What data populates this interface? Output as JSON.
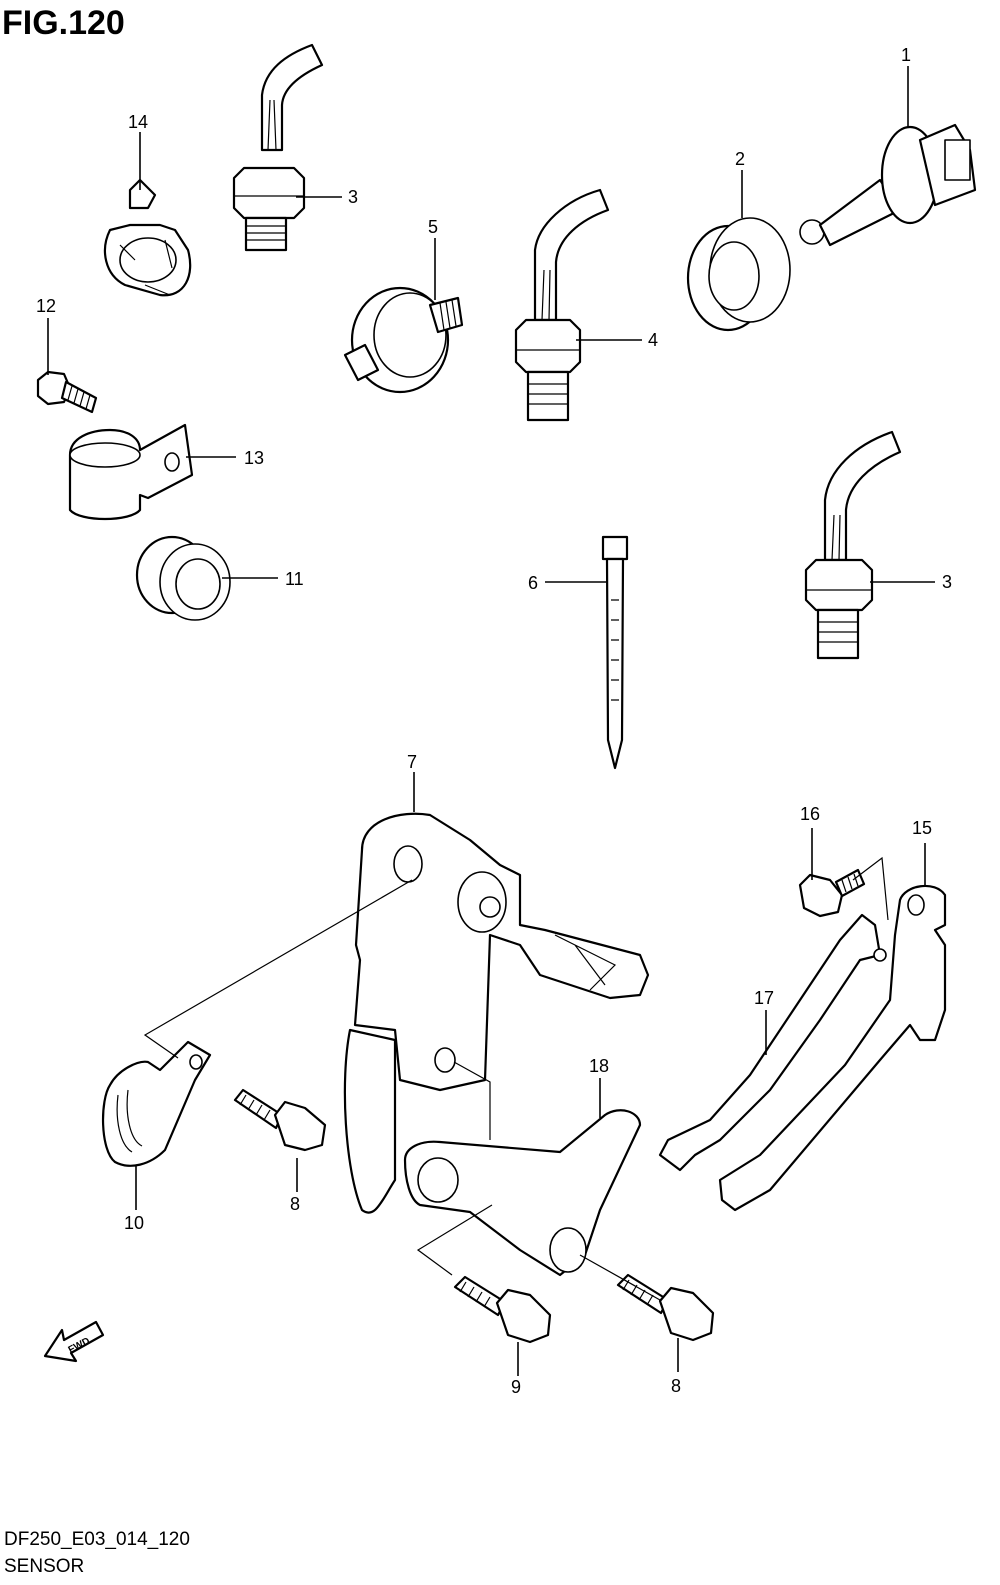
{
  "figure_title": "FIG.120",
  "callouts": {
    "c1": "1",
    "c2": "2",
    "c3a": "3",
    "c3b": "3",
    "c4": "4",
    "c5": "5",
    "c6": "6",
    "c7": "7",
    "c8a": "8",
    "c8b": "8",
    "c9": "9",
    "c10": "10",
    "c11": "11",
    "c12": "12",
    "c13": "13",
    "c14": "14",
    "c15": "15",
    "c16": "16",
    "c17": "17",
    "c18": "18"
  },
  "fwd_label": "FWD",
  "footer": {
    "code": "DF250_E03_014_120",
    "name": "SENSOR"
  }
}
